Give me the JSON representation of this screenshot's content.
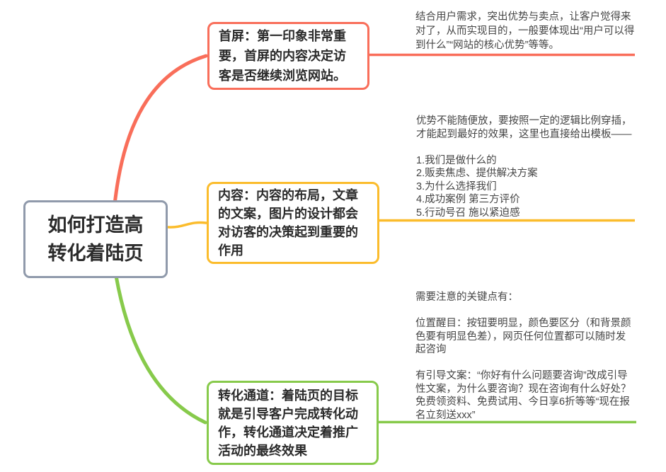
{
  "root": {
    "text": "如何打造高\n转化着陆页"
  },
  "colors": {
    "root_border": "#909aab",
    "first_screen": "#f96e5a",
    "content": "#fbbc2c",
    "conversion": "#87ca4b",
    "topic_text": "#2b2b2b",
    "note_text": "#454545",
    "background": "#ffffff"
  },
  "branches": [
    {
      "id": "first-screen",
      "label": "首屏：第一印象非常重\n要，首屏的内容决定访\n客是否继续浏览网站。",
      "note": "结合用户需求，突出优势与卖点，让客户觉得来\n对了，从而实现目的，一般要体现出“用户可以得\n到什么”“网站的核心优势”等等。"
    },
    {
      "id": "content",
      "label": "内容：内容的布局，文章\n的文案，图片的设计都会\n对访客的决策起到重要的\n作用",
      "note": "优势不能随便放，要按照一定的逻辑比例穿插，\n才能起到最好的效果，这里也直接给出模板——\n\n1.我们是做什么的\n2.贩卖焦虑、提供解决方案\n3.为什么选择我们\n4.成功案例 第三方评价\n5.行动号召 施以紧迫感"
    },
    {
      "id": "conversion-funnel",
      "label": "转化通道：着陆页的目标\n就是引导客户完成转化动\n作，转化通道决定着推广\n活动的最终效果",
      "note": "需要注意的关键点有：\n\n位置醒目：按钮要明显，颜色要区分（和背景颜\n色要有明显色差），网页任何位置都可以随时发\n起咨询\n\n有引导文案：“你好有什么问题要咨询”改成引导\n性文案，为什么要咨询？现在咨询有什么好处？\n免费领资料、免费试用、今日享6折等等“现在报\n名立刻送xxx”"
    }
  ]
}
